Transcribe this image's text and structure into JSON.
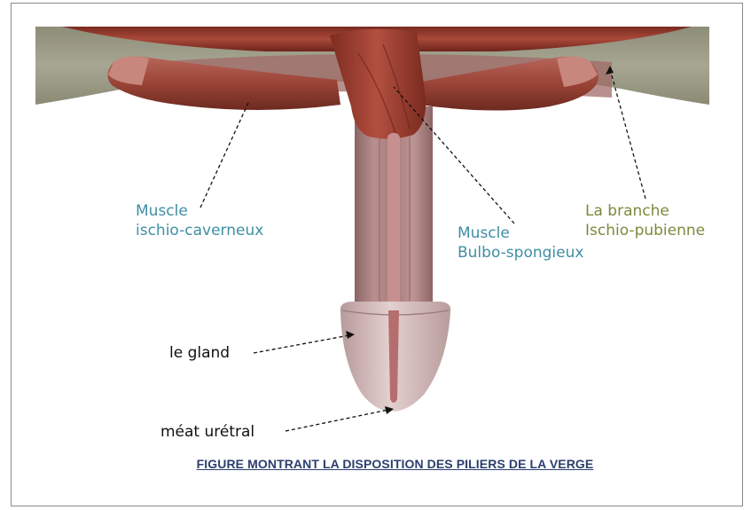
{
  "labels": {
    "ischio_caverneux": [
      "Muscle",
      "ischio-caverneux"
    ],
    "bulbo_spongieux": [
      "Muscle",
      "Bulbo-spongieux"
    ],
    "branche_ischio_pubienne": [
      "La branche",
      "Ischio-pubienne"
    ],
    "gland": "le gland",
    "meat": "méat urétral"
  },
  "caption": "FIGURE MONTRANT LA DISPOSITION DES PILIERS DE LA VERGE",
  "colors": {
    "teal_label": "#3f8fa3",
    "olive_label": "#7d8a3c",
    "caption": "#2b3f6e",
    "muscle": "#9a3b2c",
    "bone": "#a09f8a",
    "shaft": "#b58c8c",
    "glans": "#d2b6b6"
  }
}
